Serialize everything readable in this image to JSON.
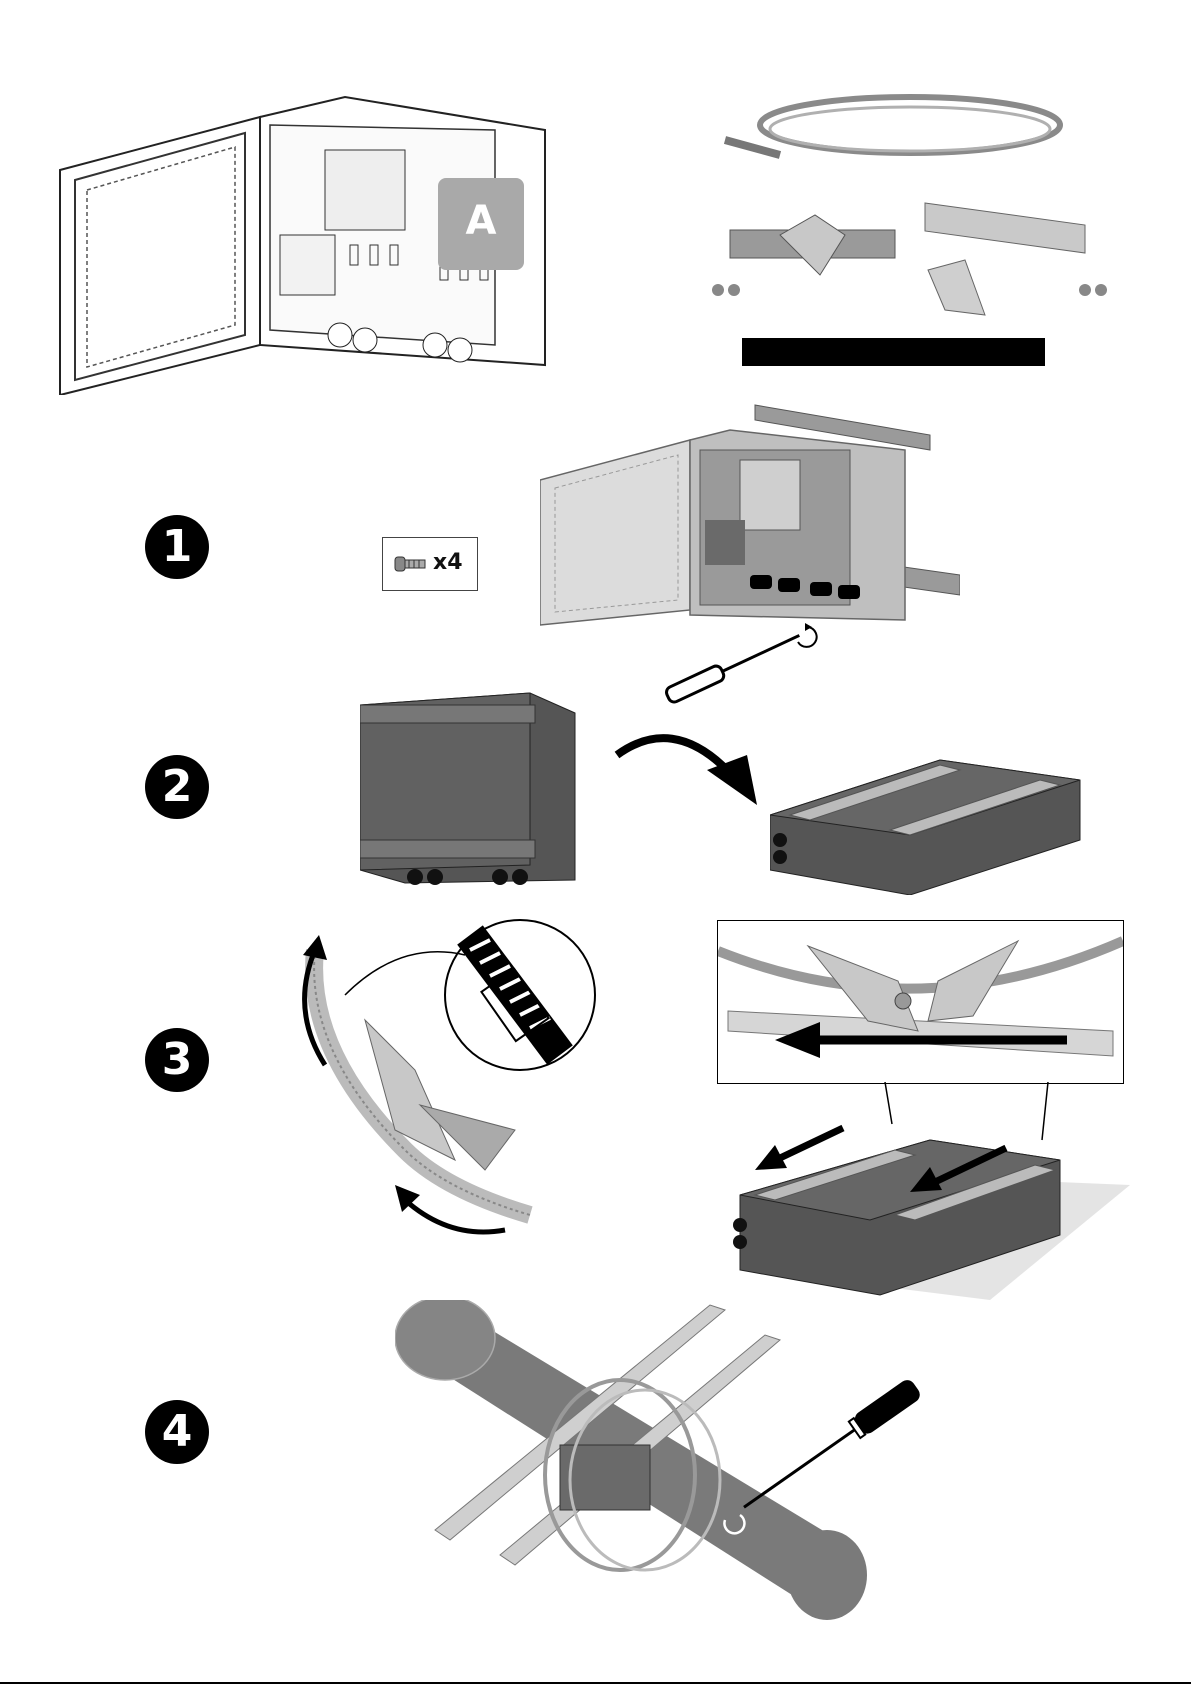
{
  "labels": {
    "enclosure_callout": "A",
    "screw_quantity": "x4"
  },
  "steps": [
    "1",
    "2",
    "3",
    "4"
  ],
  "icons": [
    "screw-icon",
    "screwdriver-icon",
    "rotate-arrow-icon",
    "slide-arrow-icon"
  ],
  "colors": {
    "enclosure_dark": "#5a5a5a",
    "rail_metal": "#b8b8b8",
    "pole": "#7a7a7a",
    "callout_bg": "#a9a9a9"
  }
}
